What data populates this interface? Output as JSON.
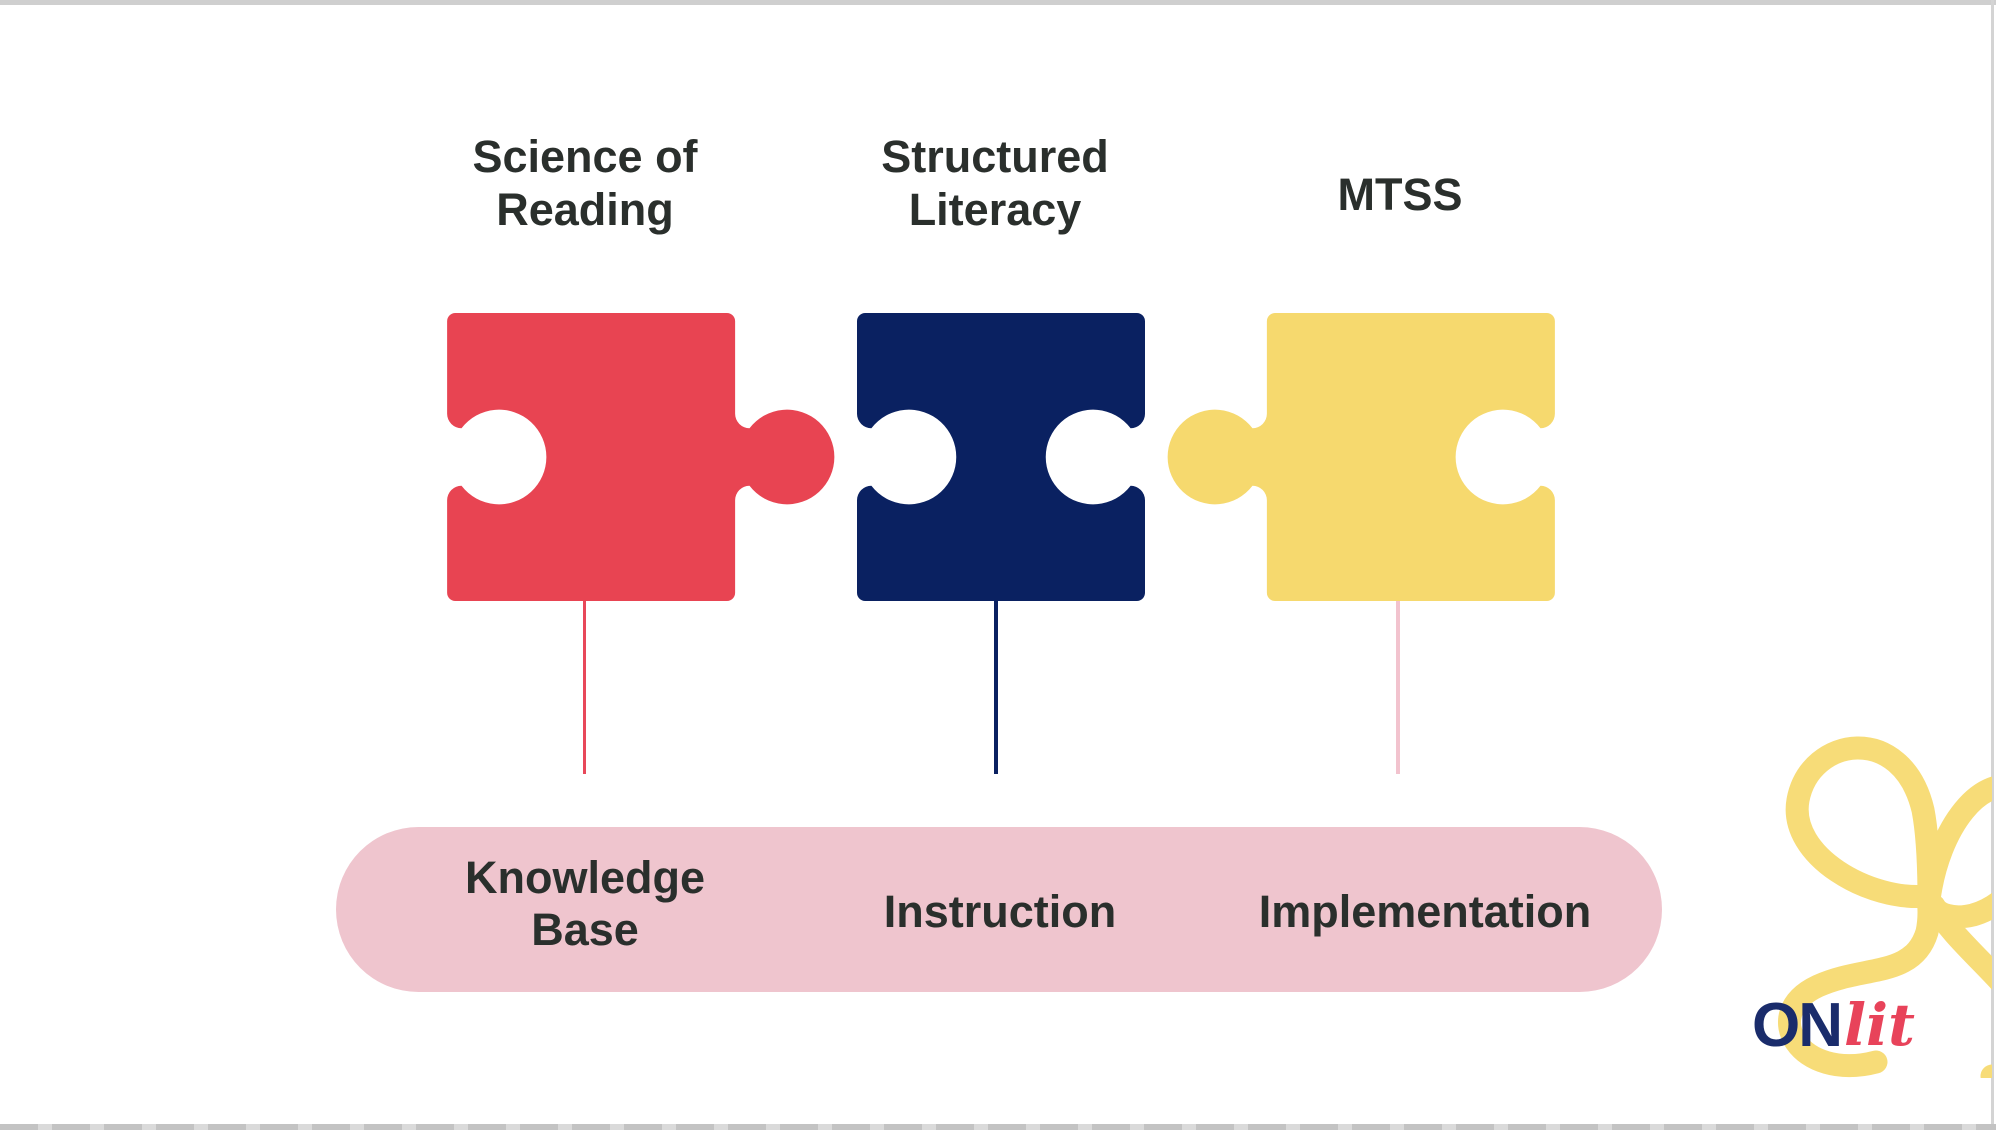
{
  "slide": {
    "background": "#ffffff",
    "text_color": "#2A2F2C",
    "columns": [
      {
        "title": "Science of Reading",
        "label": "Knowledge Base",
        "piece_color": "#E84452",
        "line_color": "#E8485A"
      },
      {
        "title": "Structured Literacy",
        "label": "Instruction",
        "piece_color": "#0A2161",
        "line_color": "#0A2161"
      },
      {
        "title": "MTSS",
        "label": "Implementation",
        "piece_color": "#F6D96E",
        "line_color": "#F2C3CE"
      }
    ],
    "pill": {
      "color": "#EFC5CE"
    },
    "logo": {
      "on": "ON",
      "lit": "lit",
      "on_color": "#1A2C6B",
      "lit_color": "#E8435A",
      "doodle_color": "#F7DC78"
    },
    "chrome": {
      "top_bar_color": "#CFCFCF",
      "edge_line_color": "#D4D4D4",
      "bottom_dash_color": "#C3C3C3",
      "bottom_dash_bg": "#DADADA"
    }
  }
}
